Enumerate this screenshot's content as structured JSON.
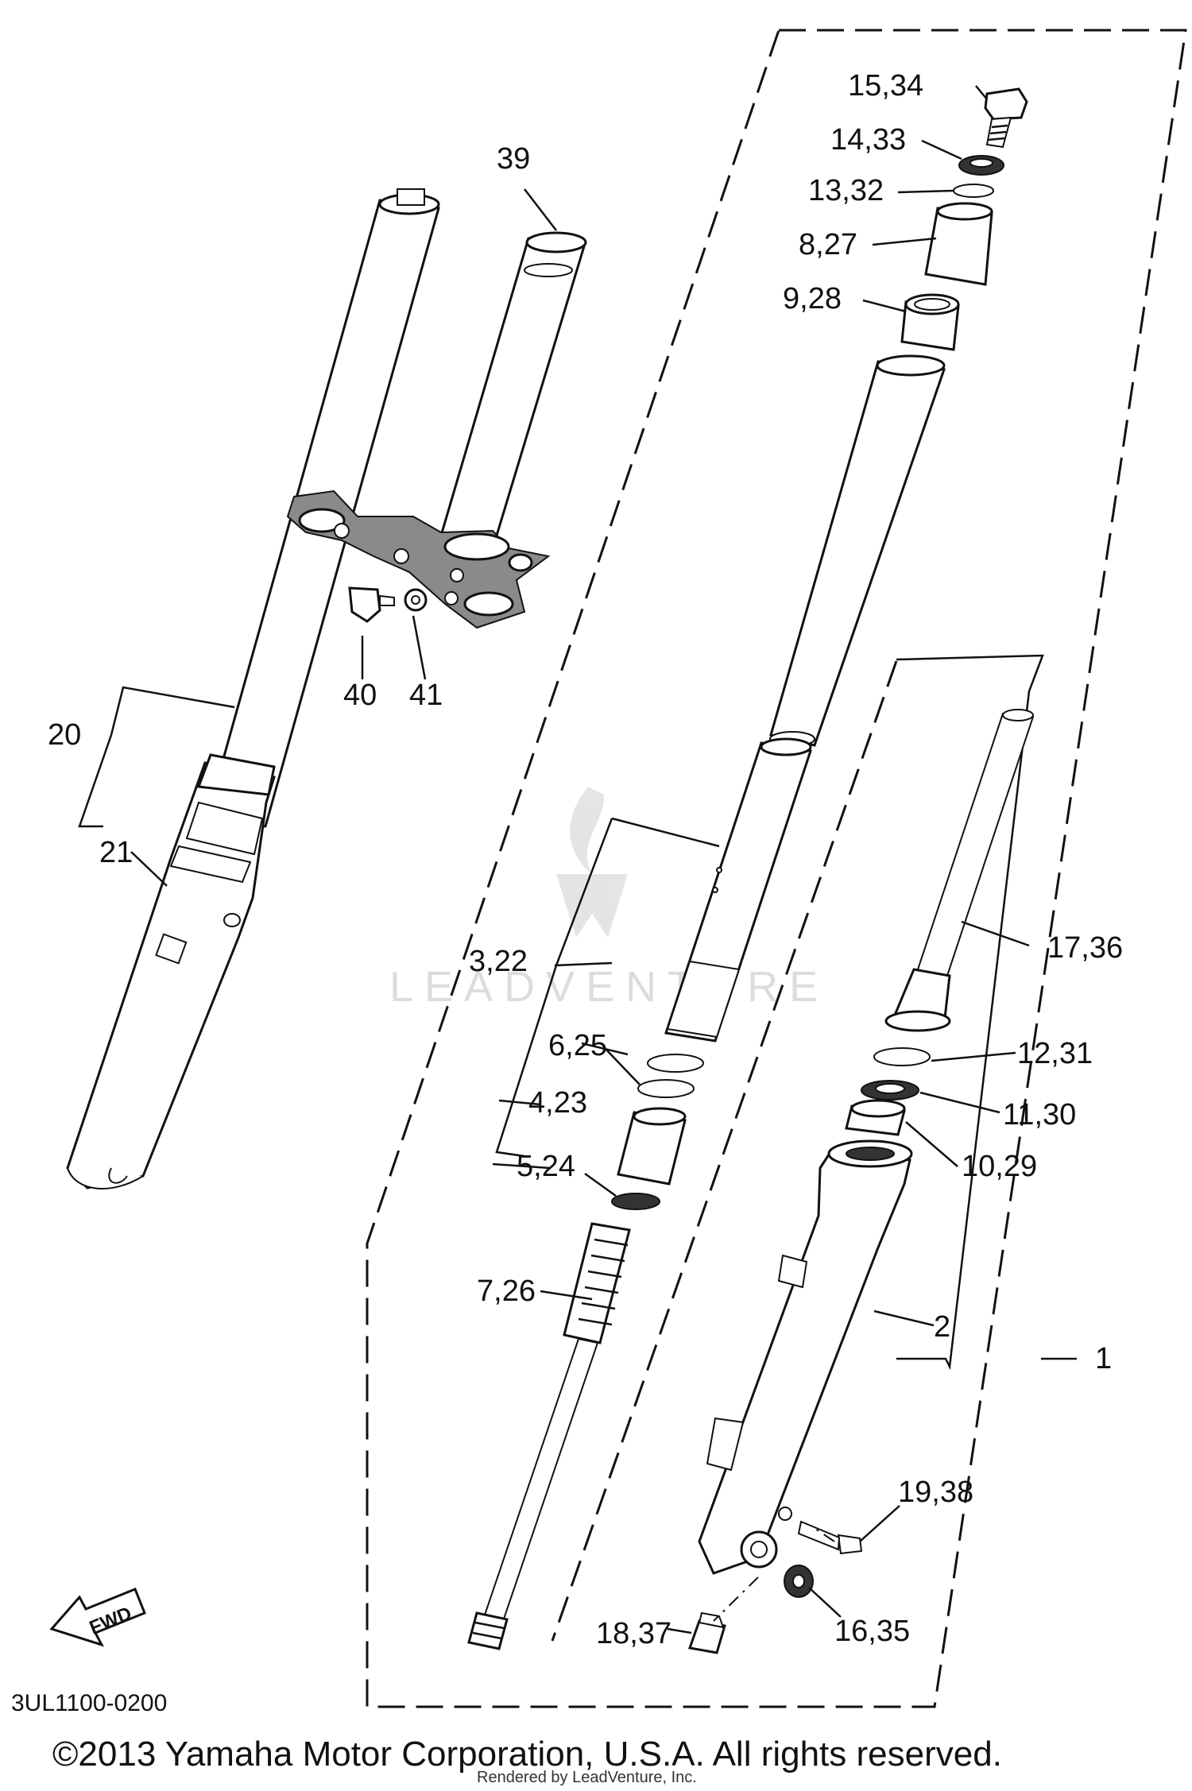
{
  "diagram": {
    "callouts": {
      "c1": "1",
      "c2": "2",
      "c3_22": "3,22",
      "c4_23": "4,23",
      "c5_24": "5,24",
      "c6_25": "6,25",
      "c7_26": "7,26",
      "c8_27": "8,27",
      "c9_28": "9,28",
      "c10_29": "10,29",
      "c11_30": "11,30",
      "c12_31": "12,31",
      "c13_32": "13,32",
      "c14_33": "14,33",
      "c15_34": "15,34",
      "c16_35": "16,35",
      "c17_36": "17,36",
      "c18_37": "18,37",
      "c19_38": "19,38",
      "c20": "20",
      "c21": "21",
      "c39": "39",
      "c40": "40",
      "c41": "41"
    },
    "fwd_label": "FWD",
    "drawing_code": "3UL1100-0200",
    "watermark": "LEADVENTURE",
    "copyright": "©2013 Yamaha Motor Corporation, U.S.A. All rights reserved.",
    "rendered_by": "Rendered by LeadVenture, Inc."
  }
}
